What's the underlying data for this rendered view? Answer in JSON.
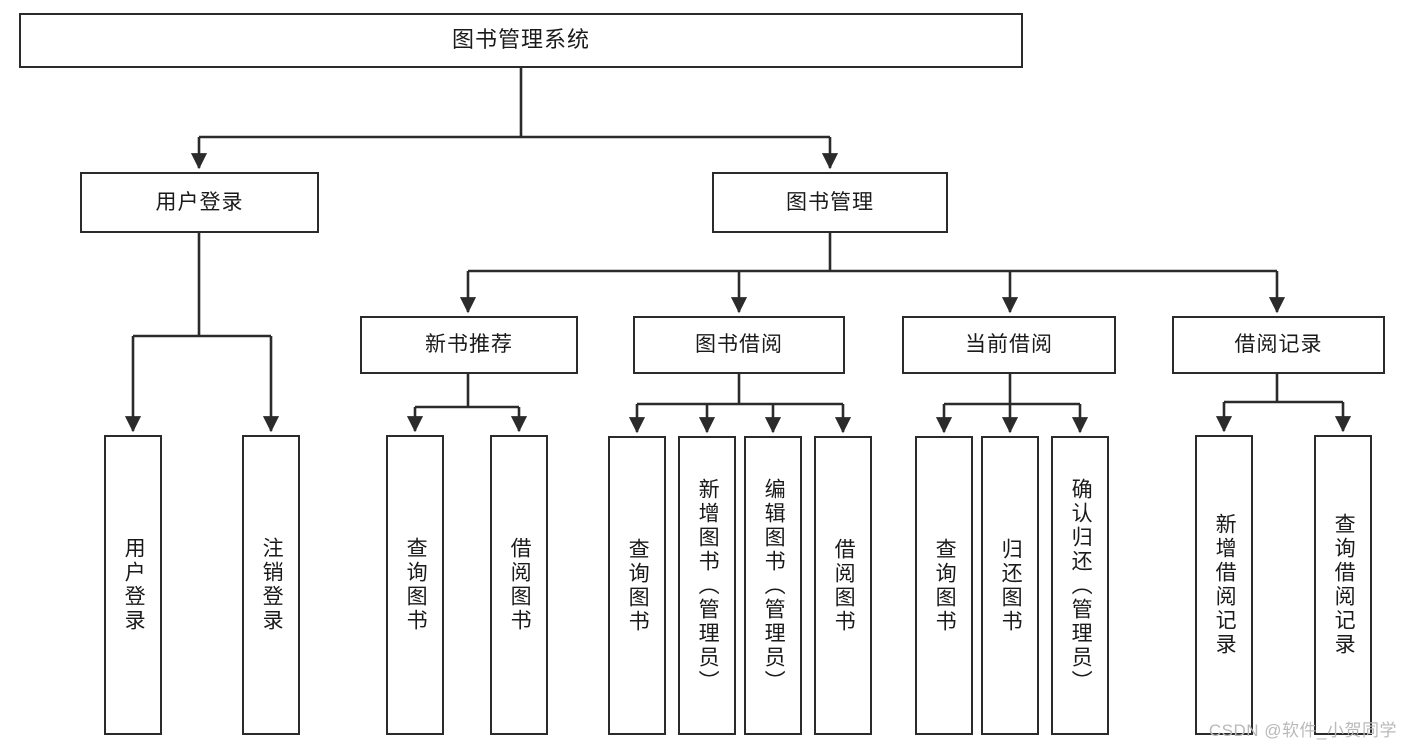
{
  "diagram": {
    "title": "图书管理系统",
    "type": "hierarchy-tree",
    "orientation": "top-down",
    "levels": 3,
    "colors": {
      "box_border": "#2b2b2b",
      "box_fill": "#ffffff",
      "edge": "#2b2b2b",
      "text": "#1a1a1a",
      "watermark": "#b9b9b9",
      "background": "#ffffff"
    }
  },
  "watermark": {
    "text": "CSDN @软件_小贺同学"
  },
  "nodes": {
    "root": {
      "label": "图书管理系统",
      "level": 0,
      "orientation": "horizontal"
    },
    "level1": [
      {
        "id": "user-login",
        "label": "用户登录",
        "orientation": "horizontal"
      },
      {
        "id": "book-management",
        "label": "图书管理",
        "orientation": "horizontal"
      }
    ],
    "level2": [
      {
        "id": "new-book-recommend",
        "label": "新书推荐",
        "orientation": "horizontal",
        "parent": "book-management"
      },
      {
        "id": "book-borrow",
        "label": "图书借阅",
        "orientation": "horizontal",
        "parent": "book-management"
      },
      {
        "id": "current-borrow",
        "label": "当前借阅",
        "orientation": "horizontal",
        "parent": "book-management"
      },
      {
        "id": "borrow-record",
        "label": "借阅记录",
        "orientation": "horizontal",
        "parent": "book-management"
      }
    ],
    "leaves": [
      {
        "id": "leaf-user-login",
        "label": "用户登录",
        "orientation": "vertical",
        "parent": "user-login"
      },
      {
        "id": "leaf-logout",
        "label": "注销登录",
        "orientation": "vertical",
        "parent": "user-login"
      },
      {
        "id": "leaf-query-book-1",
        "label": "查询图书",
        "orientation": "vertical",
        "parent": "new-book-recommend"
      },
      {
        "id": "leaf-borrow-book-1",
        "label": "借阅图书",
        "orientation": "vertical",
        "parent": "new-book-recommend"
      },
      {
        "id": "leaf-query-book-2",
        "label": "查询图书",
        "orientation": "vertical",
        "parent": "book-borrow"
      },
      {
        "id": "leaf-add-book",
        "label": "新增图书（管理员）",
        "orientation": "vertical",
        "parent": "book-borrow"
      },
      {
        "id": "leaf-edit-book",
        "label": "编辑图书（管理员）",
        "orientation": "vertical",
        "parent": "book-borrow"
      },
      {
        "id": "leaf-borrow-book-2",
        "label": "借阅图书",
        "orientation": "vertical",
        "parent": "book-borrow"
      },
      {
        "id": "leaf-query-book-3",
        "label": "查询图书",
        "orientation": "vertical",
        "parent": "current-borrow"
      },
      {
        "id": "leaf-return-book",
        "label": "归还图书",
        "orientation": "vertical",
        "parent": "current-borrow"
      },
      {
        "id": "leaf-confirm-return",
        "label": "确认归还（管理员）",
        "orientation": "vertical",
        "parent": "current-borrow"
      },
      {
        "id": "leaf-add-record",
        "label": "新增借阅记录",
        "orientation": "vertical",
        "parent": "borrow-record"
      },
      {
        "id": "leaf-query-record",
        "label": "查询借阅记录",
        "orientation": "vertical",
        "parent": "borrow-record"
      }
    ]
  },
  "edges": [
    {
      "from": "root",
      "to": "user-login"
    },
    {
      "from": "root",
      "to": "book-management"
    },
    {
      "from": "book-management",
      "to": "new-book-recommend"
    },
    {
      "from": "book-management",
      "to": "book-borrow"
    },
    {
      "from": "book-management",
      "to": "current-borrow"
    },
    {
      "from": "book-management",
      "to": "borrow-record"
    },
    {
      "from": "user-login",
      "to": "leaf-user-login"
    },
    {
      "from": "user-login",
      "to": "leaf-logout"
    },
    {
      "from": "new-book-recommend",
      "to": "leaf-query-book-1"
    },
    {
      "from": "new-book-recommend",
      "to": "leaf-borrow-book-1"
    },
    {
      "from": "book-borrow",
      "to": "leaf-query-book-2"
    },
    {
      "from": "book-borrow",
      "to": "leaf-add-book"
    },
    {
      "from": "book-borrow",
      "to": "leaf-edit-book"
    },
    {
      "from": "book-borrow",
      "to": "leaf-borrow-book-2"
    },
    {
      "from": "current-borrow",
      "to": "leaf-query-book-3"
    },
    {
      "from": "current-borrow",
      "to": "leaf-return-book"
    },
    {
      "from": "current-borrow",
      "to": "leaf-confirm-return"
    },
    {
      "from": "borrow-record",
      "to": "leaf-add-record"
    },
    {
      "from": "borrow-record",
      "to": "leaf-query-record"
    }
  ]
}
